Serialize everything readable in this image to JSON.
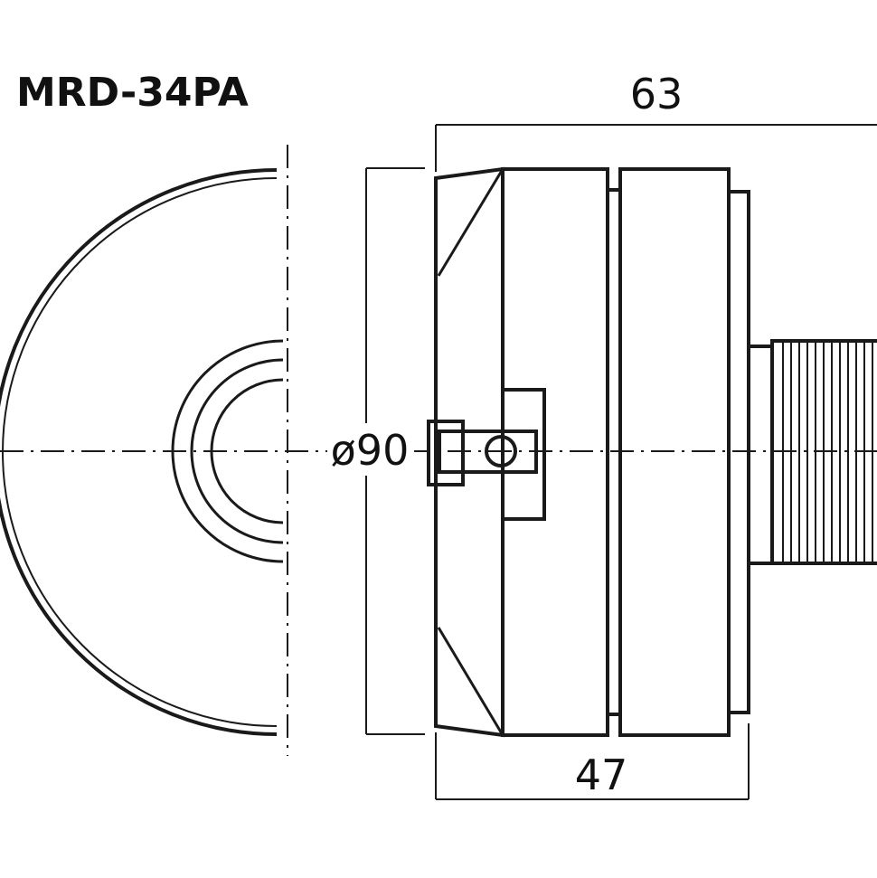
{
  "model_label": "MRD-34PA",
  "dimensions": {
    "length_overall": "63",
    "diameter": "ø90",
    "length_body": "47"
  },
  "colors": {
    "line": "#1a1a1a",
    "background": "#ffffff"
  }
}
